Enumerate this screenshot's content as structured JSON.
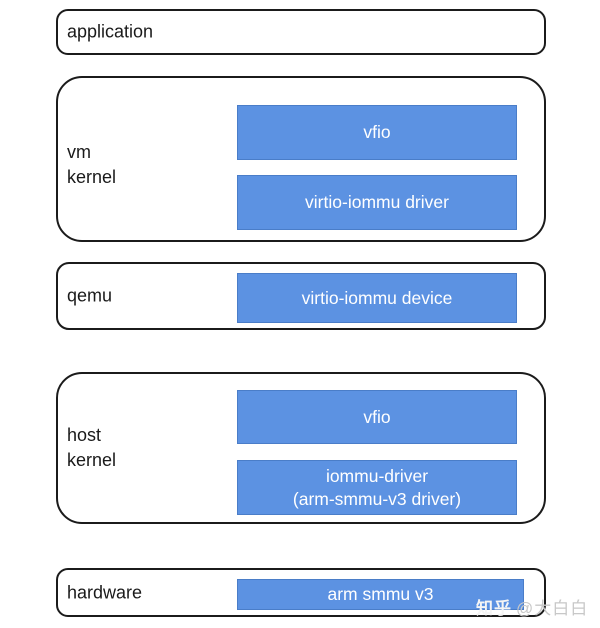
{
  "layers": {
    "application": {
      "label": "application"
    },
    "vm_kernel": {
      "line1": "vm",
      "line2": "kernel",
      "block_vfio": "vfio",
      "block_driver": "virtio-iommu driver"
    },
    "qemu": {
      "label": "qemu",
      "block_device": "virtio-iommu device"
    },
    "host_kernel": {
      "line1": "host",
      "line2": "kernel",
      "block_vfio": "vfio",
      "block_iommu_line1": "iommu-driver",
      "block_iommu_line2": "(arm-smmu-v3 driver)"
    },
    "hardware": {
      "label": "hardware",
      "block_smmu": "arm smmu v3"
    }
  },
  "watermark": {
    "brand": "知乎",
    "user": "@大白白"
  },
  "colors": {
    "block_fill": "#5c92e2",
    "block_border": "#4a7dc8",
    "outline": "#1b1b1b",
    "label_text": "#1a1a1a",
    "text_on_block": "#ffffff",
    "watermark_brand": "#f5f5f5",
    "watermark_user": "#c8c8c8"
  }
}
